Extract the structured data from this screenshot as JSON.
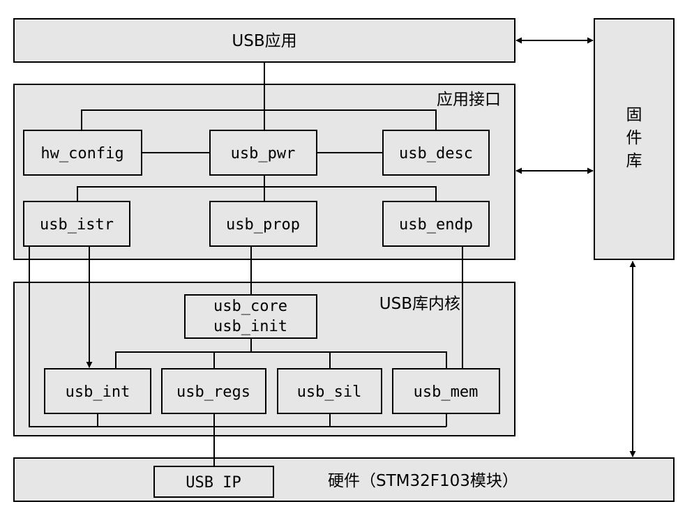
{
  "layers": {
    "usb_app": "USB应用",
    "app_interface": "应用接口",
    "usb_lib_core": "USB库内核",
    "hardware": "硬件（STM32F103模块）",
    "firmware_lib": [
      "固",
      "件",
      "库"
    ]
  },
  "modules": {
    "hw_config": "hw_config",
    "usb_pwr": "usb_pwr",
    "usb_desc": "usb_desc",
    "usb_istr": "usb_istr",
    "usb_prop": "usb_prop",
    "usb_endp": "usb_endp",
    "usb_core": "usb_core",
    "usb_init": "usb_init",
    "usb_int": "usb_int",
    "usb_regs": "usb_regs",
    "usb_sil": "usb_sil",
    "usb_mem": "usb_mem",
    "usb_ip": "USB IP"
  }
}
